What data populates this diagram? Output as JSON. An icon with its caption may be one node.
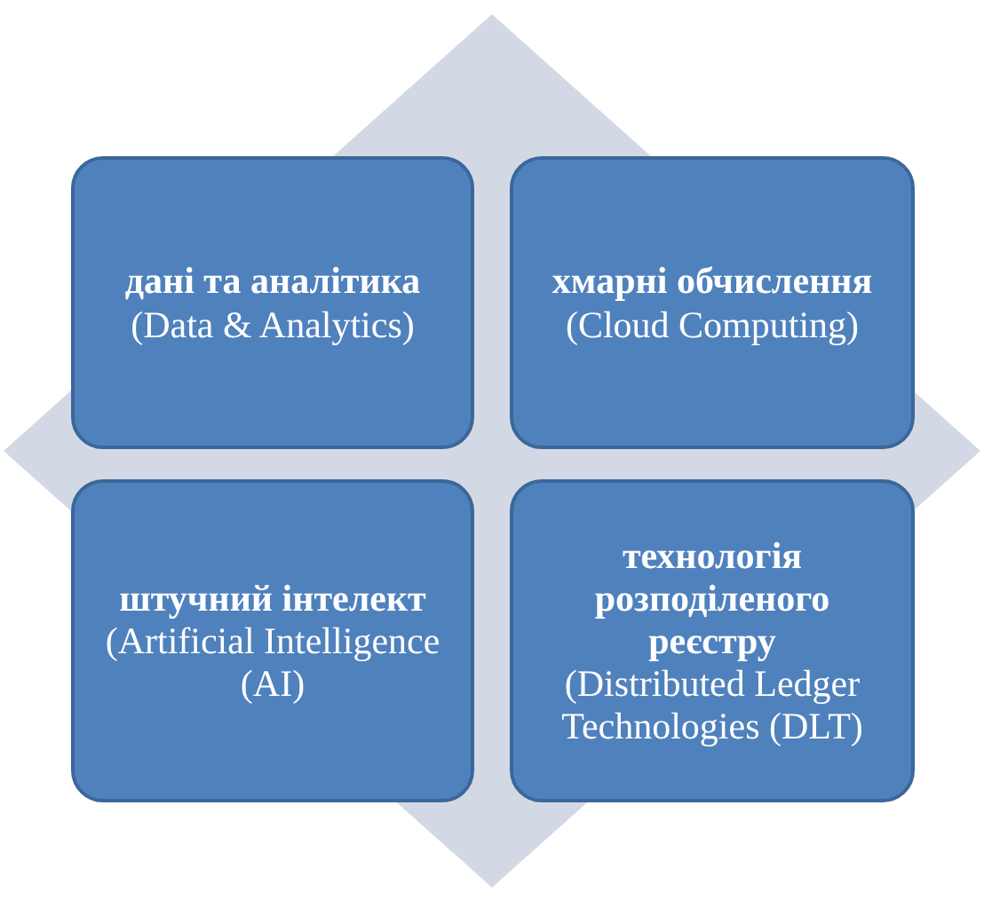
{
  "diagram": {
    "nodes": [
      {
        "text": [
          "дані та аналітика",
          "(Data & Analytics)"
        ]
      },
      {
        "text": [
          "хмарні обчислення",
          "(Cloud Computing)"
        ]
      },
      {
        "text": [
          "штучний інтелект",
          "(Artificial Intelligence (AI)"
        ]
      },
      {
        "text": [
          "технологія розподіленого реєстру",
          "(Distributed Ledger Technologies (DLT)"
        ]
      }
    ]
  }
}
